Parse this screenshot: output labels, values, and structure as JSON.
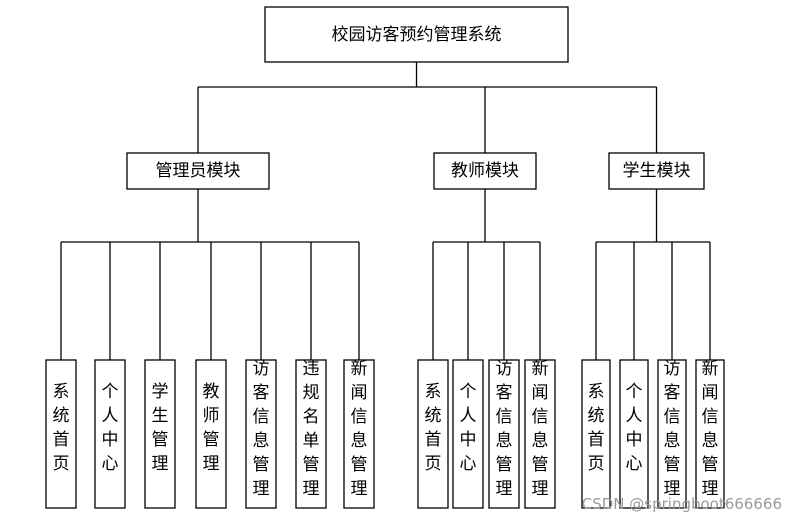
{
  "title": "校园访客预约管理系统",
  "modules": [
    {
      "name": "管理员模块",
      "children": [
        "系统首页",
        "个人中心",
        "学生管理",
        "教师管理",
        "访客信息管理",
        "违规名单管理",
        "新闻信息管理"
      ]
    },
    {
      "name": "教师模块",
      "children": [
        "系统首页",
        "个人中心",
        "访客信息管理",
        "新闻信息管理"
      ]
    },
    {
      "name": "学生模块",
      "children": [
        "系统首页",
        "个人中心",
        "访客信息管理",
        "新闻信息管理"
      ]
    }
  ],
  "watermark": "CSDN @springboot666666"
}
